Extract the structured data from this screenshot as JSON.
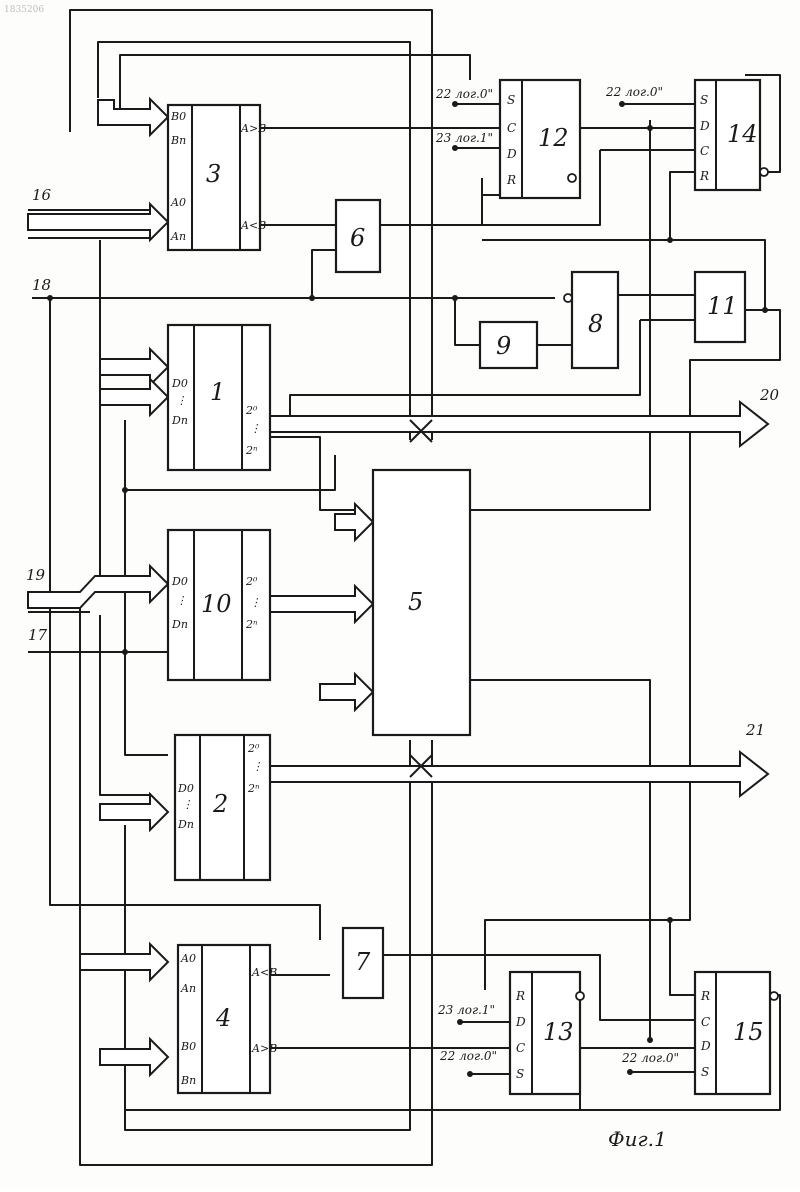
{
  "figure": {
    "caption": "Фиг.1",
    "corner_mark": "1835206"
  },
  "blocks": {
    "b1": {
      "label": "1",
      "pins_in": [
        "D0",
        "⋮",
        "Dn"
      ],
      "pins_out": [
        "2⁰",
        "⋮",
        "2ⁿ"
      ]
    },
    "b2": {
      "label": "2",
      "pins_in": [
        "D0",
        "⋮",
        "Dn"
      ],
      "pins_out": [
        "2⁰",
        "⋮",
        "2ⁿ"
      ]
    },
    "b3": {
      "label": "3",
      "pins_in": [
        "B0",
        "Bn",
        "A0",
        "An"
      ],
      "pins_out": [
        "A>B",
        "A<B"
      ]
    },
    "b4": {
      "label": "4",
      "pins_in": [
        "A0",
        "An",
        "B0",
        "Bn"
      ],
      "pins_out": [
        "A<B",
        "A>B"
      ]
    },
    "b5": {
      "label": "5"
    },
    "b6": {
      "label": "6"
    },
    "b7": {
      "label": "7"
    },
    "b8": {
      "label": "8"
    },
    "b9": {
      "label": "9"
    },
    "b10": {
      "label": "10",
      "pins_in": [
        "D0",
        "⋮",
        "Dn"
      ],
      "pins_out": [
        "2⁰",
        "⋮",
        "2ⁿ"
      ]
    },
    "b11": {
      "label": "11"
    },
    "b12": {
      "label": "12",
      "pins": [
        "S",
        "C",
        "D",
        "R"
      ]
    },
    "b13": {
      "label": "13",
      "pins": [
        "R",
        "D",
        "C",
        "S"
      ]
    },
    "b14": {
      "label": "14",
      "pins": [
        "S",
        "D",
        "C",
        "R"
      ]
    },
    "b15": {
      "label": "15",
      "pins": [
        "R",
        "C",
        "D",
        "S"
      ]
    }
  },
  "terminals": {
    "t16": "16",
    "t17": "17",
    "t18": "18",
    "t19": "19",
    "t20": "20",
    "t21": "21"
  },
  "signals": {
    "s12_S": "22 лог.0\"",
    "s12_D": "23 лог.1\"",
    "s14_S": "22 лог.0\"",
    "s13_D": "23 лог.1\"",
    "s13_S": "22 лог.0\"",
    "s15_S": "22 лог.0\""
  }
}
